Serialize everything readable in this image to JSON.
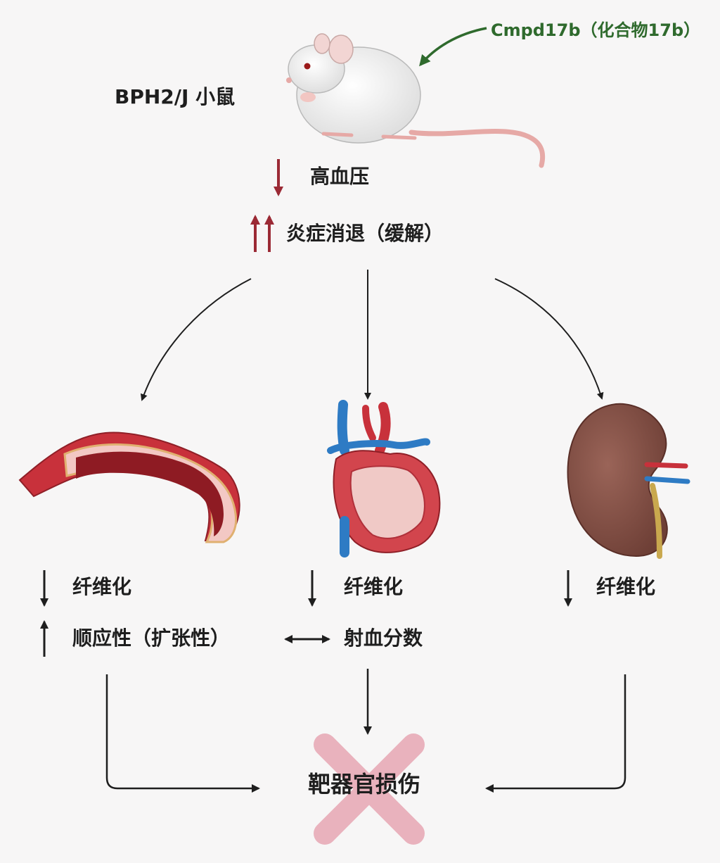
{
  "mouse_label": "BPH2/J 小鼠",
  "compound_label": "Cmpd17b（化合物17b）",
  "effects": {
    "blood_pressure": "高血压",
    "inflammation": "炎症消退（缓解）"
  },
  "organs": {
    "vessel": {
      "fibrosis": "纤维化",
      "compliance": "顺应性（扩张性）"
    },
    "heart": {
      "fibrosis": "纤维化",
      "ejection_fraction": "射血分数"
    },
    "kidney": {
      "fibrosis": "纤维化"
    }
  },
  "outcome": "靶器官损伤",
  "colors": {
    "background": "#f7f6f6",
    "arrow_dark": "#1e1e1e",
    "arrow_red": "#9b2a35",
    "compound_green": "#2f6a2d",
    "cross_pink": "#e7a7b4"
  }
}
